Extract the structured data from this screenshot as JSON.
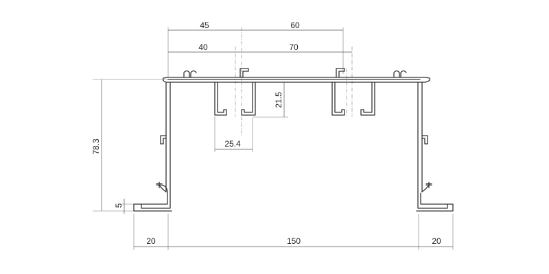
{
  "dimensions": {
    "top_left_upper": "45",
    "top_right_upper": "60",
    "top_left_lower": "40",
    "top_right_lower": "70",
    "channel_depth": "21.5",
    "channel_width": "25.4",
    "overall_height": "78.3",
    "lip_height": "5",
    "bottom_left": "20",
    "bottom_center": "150",
    "bottom_right": "20"
  },
  "colors": {
    "line": "#333333",
    "dimension": "#555555",
    "background": "#ffffff"
  }
}
